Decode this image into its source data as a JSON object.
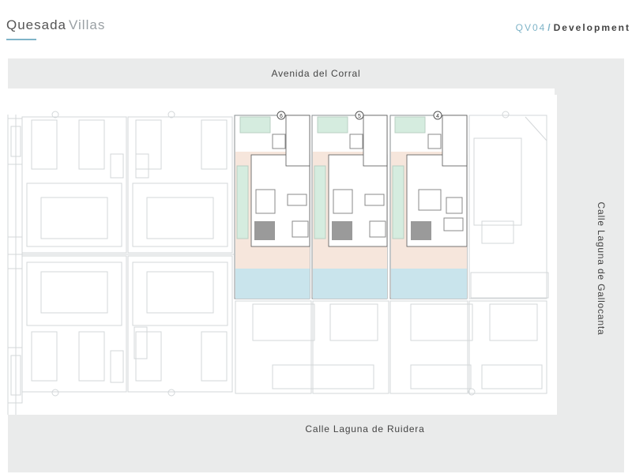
{
  "header": {
    "brand_primary": "Quesada",
    "brand_secondary": "Villas",
    "doc_code": "QV04",
    "doc_separator": "/",
    "doc_title": "Development"
  },
  "streets": {
    "north": "Avenida del Corral",
    "east": "Calle Laguna de Gallocanta",
    "south": "Calle Laguna de Ruidera"
  },
  "plot_markers": {
    "highlighted": [
      "6",
      "5",
      "4"
    ]
  },
  "colors": {
    "accent": "#7fb4c8",
    "garden": "#d5ecdf",
    "pool": "#c9e4ec",
    "terrace": "#f6e6dc",
    "road": "#eaebeb",
    "line": "#d3d7d9"
  }
}
